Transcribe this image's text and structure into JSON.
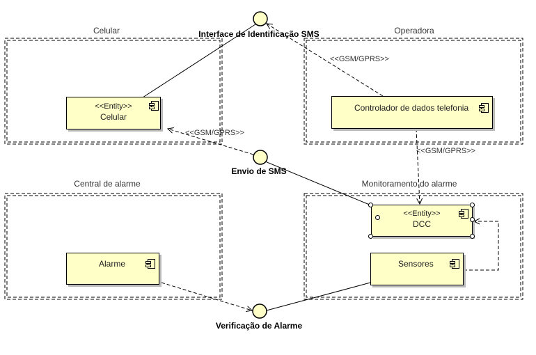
{
  "packages": {
    "celular": "Celular",
    "operadora": "Operadora",
    "central": "Central de alarme",
    "monitoramento": "Monitoramento do alarme"
  },
  "components": {
    "celular": {
      "stereotype": "<<Entity>>",
      "name": "Celular"
    },
    "controlador": {
      "name": "Controlador de dados telefonia"
    },
    "dcc": {
      "stereotype": "<<Entity>>",
      "name": "DCC"
    },
    "alarme": {
      "name": "Alarme"
    },
    "sensores": {
      "name": "Sensores"
    }
  },
  "interfaces": {
    "sms_id": "Interface de Identificação SMS",
    "envio": "Envio de SMS",
    "verificacao": "Verificação de Alarme"
  },
  "dependency_labels": {
    "operadora_to_sms": "<<GSM/GPRS>>",
    "envio_to_celular": "<<GSM/GPRS>>",
    "controlador_to_dcc": "<<GSM/GPRS>>"
  },
  "colors": {
    "component_fill": "#ffffc8",
    "interface_fill": "#ffffc8",
    "line": "#000000"
  }
}
